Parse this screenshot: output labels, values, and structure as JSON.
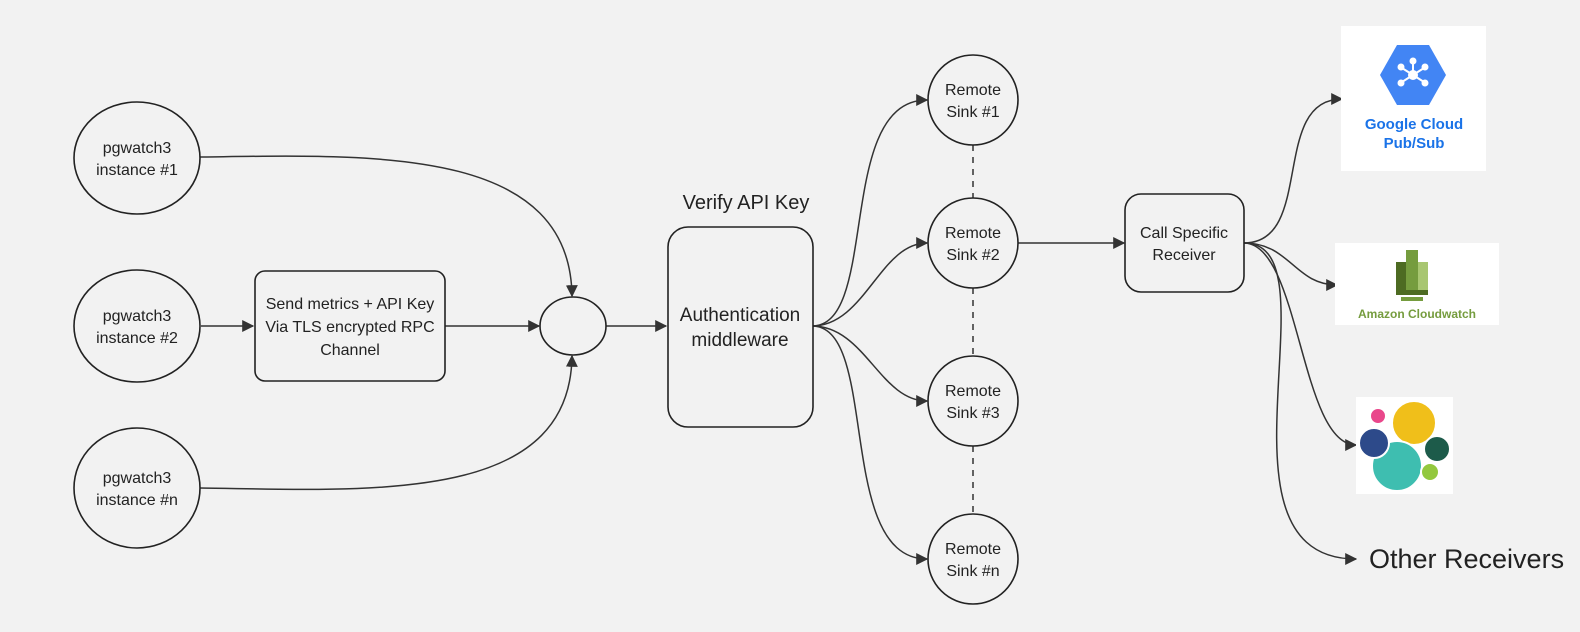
{
  "sources": [
    {
      "line1": "pgwatch3",
      "line2": "instance #1"
    },
    {
      "line1": "pgwatch3",
      "line2": "instance #2"
    },
    {
      "line1": "pgwatch3",
      "line2": "instance #n"
    }
  ],
  "send_box": {
    "line1": "Send metrics + API Key",
    "line2": "Via TLS encrypted RPC",
    "line3": "Channel"
  },
  "auth": {
    "heading": "Verify API Key",
    "line1": "Authentication",
    "line2": "middleware"
  },
  "sinks": [
    {
      "line1": "Remote",
      "line2": "Sink #1"
    },
    {
      "line1": "Remote",
      "line2": "Sink #2"
    },
    {
      "line1": "Remote",
      "line2": "Sink #3"
    },
    {
      "line1": "Remote",
      "line2": "Sink #n"
    }
  ],
  "receiver_box": {
    "line1": "Call Specific",
    "line2": "Receiver"
  },
  "receivers": {
    "gcp": {
      "line1": "Google Cloud",
      "line2": "Pub/Sub",
      "color": "#4285f4",
      "text_color": "#1a73e8"
    },
    "aws": {
      "label": "Amazon Cloudwatch",
      "color": "#759c3e"
    },
    "elastic": {
      "colors": [
        "#f0bf1a",
        "#3ebeb0",
        "#07c",
        "#e9478b",
        "#1d5b4a",
        "#93c83e",
        "#2d4a8a"
      ]
    },
    "other": {
      "label": "Other Receivers"
    }
  }
}
